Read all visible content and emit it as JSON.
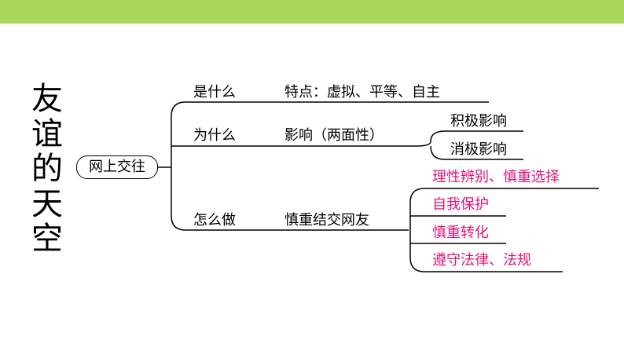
{
  "title_chars": [
    "友",
    "谊",
    "的",
    "天",
    "空"
  ],
  "root": "网上交往",
  "branches": {
    "what": {
      "label": "是什么",
      "detail": "特点：虚拟、平等、自主"
    },
    "why": {
      "label": "为什么",
      "detail": "影响（两面性）",
      "sub": [
        "积极影响",
        "消极影响"
      ]
    },
    "how": {
      "label": "怎么做",
      "detail": "慎重结交网友",
      "sub": [
        "理性辨别、慎重选择",
        "自我保护",
        "慎重转化",
        "遵守法律、法规"
      ]
    }
  },
  "colors": {
    "accent_bar": "#a6d65a",
    "highlight_text": "#e0147a"
  }
}
